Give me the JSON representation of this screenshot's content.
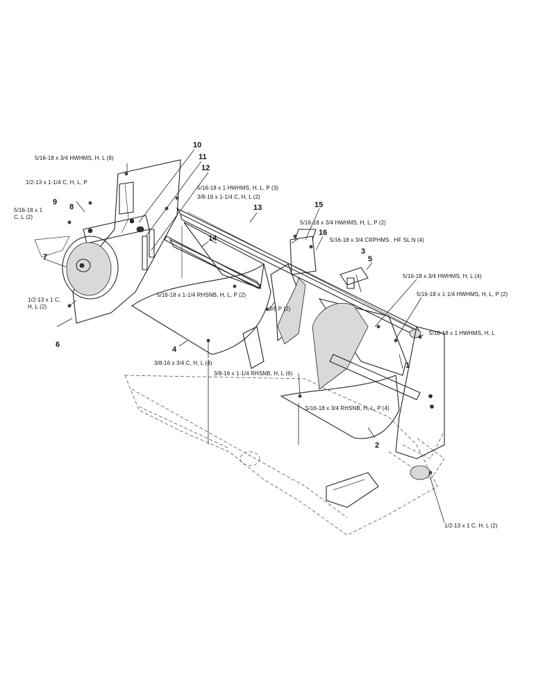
{
  "callouts": {
    "c1": "1",
    "c2": "2",
    "c3": "3",
    "c4": "4",
    "c5": "5",
    "c6": "6",
    "c7": "7",
    "c8": "8",
    "c9": "9",
    "c10": "10",
    "c11": "11",
    "c12": "12",
    "c13": "13",
    "c14": "14",
    "c15": "15",
    "c16": "16"
  },
  "hardware": {
    "h1": "5/16-18 x 3/4 HWHMS, H, L (8)",
    "h2": "1/2-13 x 1-1/4 C, H, L, P",
    "h3": "5/16-18 x 1",
    "h3b": "C, L (2)",
    "h4": "5/16-18 x 1 HWHMS, H, L, P (3)",
    "h5": "3/8-16 x 1-1/4 C, H, L (2)",
    "h6": "5/16-18 x 3/4 HWHMS, H, L, P (2)",
    "h7": "5/16-18 x 3/4 CRPHMS , HF SL N (4)",
    "h8": "5/16-18 x 3/4 HWHMS, H, L (4)",
    "h9": "5/16-18 x 1-1/4 HWHMS, H, L, P (2)",
    "h10": "5/16-18 x 1 HWHMS, H, L",
    "h11": "5/16-18 x 1-1/4 RHSNB, H, L, P (2)",
    "h12": "3/8 P (2)",
    "h13": "1/2-13 x 1 C,",
    "h13b": "H, L (2)",
    "h14": "3/8-16 x 3/4 C, H, L (4)",
    "h15": "3/8-16 x 1-1/4 RHSNB, H, L (6)",
    "h16": "5/16-18 x 3/4 RHSNB, H, L, P (4)",
    "h17": "1/2-13 x 1 C, H, L (2)"
  }
}
